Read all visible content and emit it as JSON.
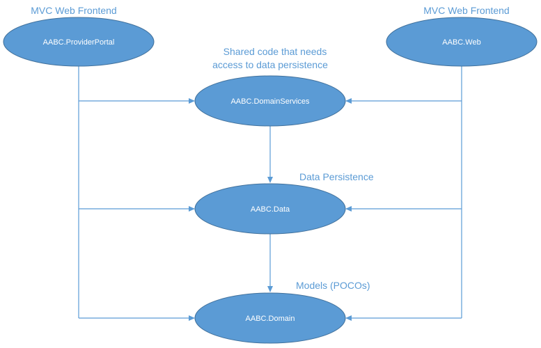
{
  "colors": {
    "node_fill": "#5b9bd5",
    "node_stroke": "#41719c",
    "connector": "#5b9bd5",
    "annotation_text": "#5b9bd5",
    "node_text": "#ffffff"
  },
  "nodes": {
    "provider_portal": "AABC.ProviderPortal",
    "web": "AABC.Web",
    "domain_services": "AABC.DomainServices",
    "data": "AABC.Data",
    "domain": "AABC.Domain"
  },
  "annotations": {
    "provider_portal_role": "MVC Web Frontend",
    "web_role": "MVC Web Frontend",
    "domain_services_role_line1": "Shared code that needs",
    "domain_services_role_line2": "access to data persistence",
    "data_role": "Data Persistence",
    "domain_role": "Models (POCOs)"
  }
}
